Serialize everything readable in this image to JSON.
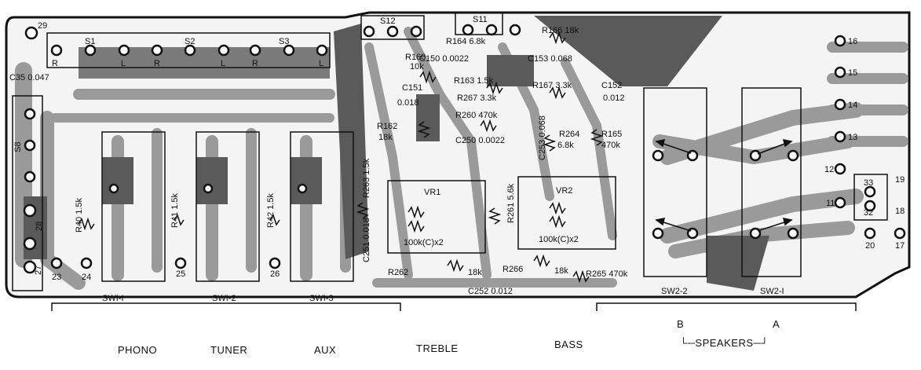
{
  "switch_sections": {
    "sw1_1": "SWI-I",
    "sw1_2": "SWI-2",
    "sw1_3": "SWI-3",
    "sw2_2": "SW2-2",
    "sw2_1": "SW2-I"
  },
  "bottom_captions": {
    "phono": "PHONO",
    "tuner": "TUNER",
    "aux": "AUX",
    "treble": "TREBLE",
    "bass": "BASS",
    "speakers": "SPEAKERS",
    "speaker_b": "B",
    "speaker_a": "A"
  },
  "switch_labels": {
    "s1": "S1",
    "s2": "S2",
    "s3": "S3",
    "s8": "S8",
    "s11": "S11",
    "s12": "S12",
    "r": "R",
    "l": "L"
  },
  "components": {
    "c35": "C35 0.047",
    "r160": "R160",
    "r160_val": "10k",
    "c150": "C150 0.0022",
    "r164": "R164 6.8k",
    "r166": "R166 18k",
    "c153": "C153 0.068",
    "c151": "C151",
    "c151_val": "0.018",
    "r163": "R163 1.5k",
    "r267": "R267 3.3k",
    "r167": "R167 3.3k",
    "c152": "C152",
    "c152_val": "0.012",
    "r260": "R260 470k",
    "c250": "C250 0.0022",
    "c253": "C253 0.068",
    "r264": "R264",
    "r264_val": "6.8k",
    "r162": "R162",
    "r162_val": "18k",
    "r165": "R165",
    "r165_val": "470k",
    "r263": "R263 1.5k",
    "r261": "R261 5.6k",
    "c251": "C251 0.018",
    "r262": "R262",
    "r262_val": "18k",
    "r266": "R266",
    "r266_val": "18k",
    "r265": "R265 470k",
    "c252": "C252 0.012",
    "vr1": "VR1",
    "vr1_val": "100k(C)x2",
    "vr2": "VR2",
    "vr2_val": "100k(C)x2",
    "r40": "R40 1.5k",
    "r41": "R41 1.5k",
    "r42": "R42 1.5k"
  },
  "terminals": [
    "29",
    "28",
    "27",
    "23",
    "24",
    "25",
    "26",
    "16",
    "15",
    "14",
    "13",
    "12",
    "11",
    "33",
    "32",
    "19",
    "18",
    "20",
    "17"
  ]
}
